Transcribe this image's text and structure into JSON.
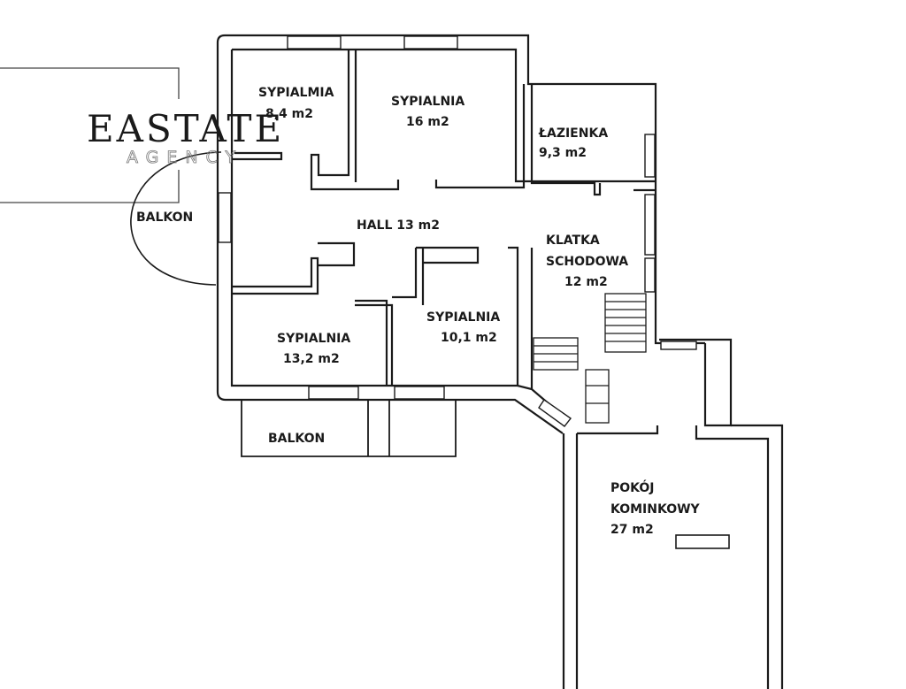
{
  "logo": {
    "brand": "EASTATE",
    "subtitle": "AGENCY"
  },
  "rooms": {
    "bedroom_small": {
      "name": "SYPIALMIA",
      "area": "8,4 m2"
    },
    "bedroom_top": {
      "name": "SYPIALNIA",
      "area": "16 m2"
    },
    "bathroom": {
      "name": "ŁAZIENKA",
      "area": "9,3 m2"
    },
    "hall": {
      "name": "HALL 13 m2"
    },
    "staircase": {
      "line1": "KLATKA",
      "line2": "SCHODOWA",
      "area": "12 m2"
    },
    "bedroom_right": {
      "name": "SYPIALNIA",
      "area": "10,1 m2"
    },
    "bedroom_left": {
      "name": "SYPIALNIA",
      "area": "13,2 m2"
    },
    "fireplace_room": {
      "line1": "POKÓJ",
      "line2": "KOMINKOWY",
      "area": "27 m2"
    }
  },
  "balconies": {
    "west": "BALKON",
    "south": "BALKON"
  },
  "colors": {
    "wall": "#1a1a1a",
    "background": "#ffffff",
    "logo_line": "#444444"
  }
}
